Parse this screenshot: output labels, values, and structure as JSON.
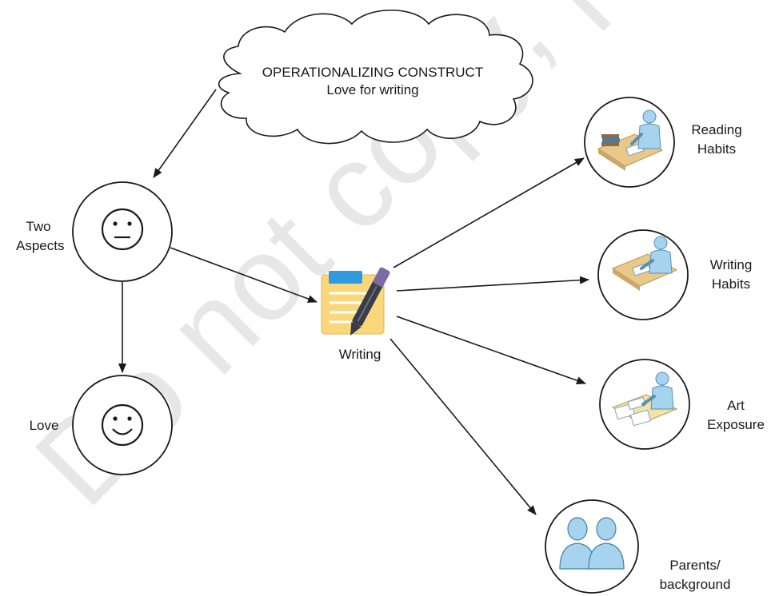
{
  "watermark": "Do not copy, post, or distribute",
  "cloud": {
    "line1": "OPERATIONALIZING CONSTRUCT",
    "line2": "Love for writing"
  },
  "nodes": {
    "two_aspects": {
      "line1": "Two",
      "line2": "Aspects",
      "icon": "neutral-face-icon"
    },
    "love": {
      "label": "Love",
      "icon": "smiley-face-icon"
    },
    "writing": {
      "label": "Writing",
      "icon": "notepad-pen-icon"
    },
    "reading_habits": {
      "line1": "Reading",
      "line2": "Habits",
      "icon": "person-reading-at-desk-icon"
    },
    "writing_habits": {
      "line1": "Writing",
      "line2": "Habits",
      "icon": "person-writing-at-desk-icon"
    },
    "art_exposure": {
      "line1": "Art",
      "line2": "Exposure",
      "icon": "person-with-papers-icon"
    },
    "parents": {
      "line1": "Parents/",
      "line2": "background",
      "icon": "two-people-icon"
    }
  },
  "colors": {
    "stroke": "#1a1a1a",
    "notepad": "#fbd77b",
    "tab": "#2f9ae0",
    "pen": "#7e6aa8",
    "person": "#a6d3ee",
    "desk": "#e8c98a"
  }
}
